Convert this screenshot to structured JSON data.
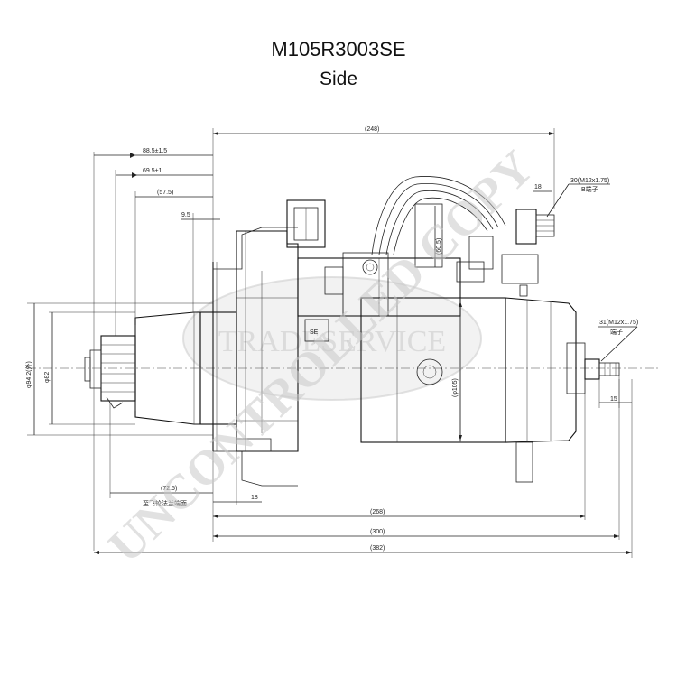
{
  "drawing": {
    "part_number": "M105R3003SE",
    "view": "Side"
  },
  "watermark": {
    "logo_text": "TRADESERVICE",
    "diagonal_text": "UNCONTROLLED COPY"
  },
  "dimensions": {
    "top_248": "(248)",
    "d_88_5": "88.5±1.5",
    "d_69_5": "69.5±1",
    "d_57_5": "(57.5)",
    "d_9_5": "9.5",
    "thread_top": "30(M12x1.75)",
    "thread_top_sub": "B端子",
    "d_18_top": "18",
    "d_60_5": "(60.5)",
    "thread_right": "31(M12x1.75)",
    "thread_right_sub": "端子",
    "d_15": "15",
    "d_105": "(φ105)",
    "dia_left_1": "φ94.2(外)",
    "dia_left_2": "φ82",
    "d_72_5": "(72.5)",
    "bottom_note": "至飞轮法兰端面",
    "d_18_bottom": "18",
    "bottom_268": "(268)",
    "bottom_300": "(300)",
    "bottom_382": "(382)",
    "nameplate_mark": "SE"
  }
}
